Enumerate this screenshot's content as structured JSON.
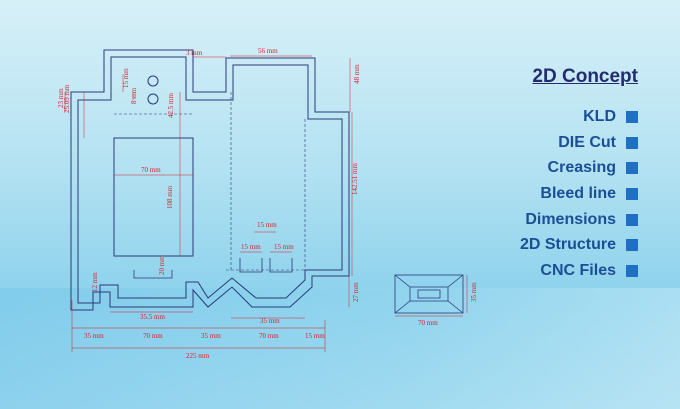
{
  "panel": {
    "title": "2D Concept",
    "items": [
      {
        "label": "KLD"
      },
      {
        "label": "DIE Cut"
      },
      {
        "label": "Creasing"
      },
      {
        "label": "Bleed line"
      },
      {
        "label": "Dimensions"
      },
      {
        "label": "2D Structure"
      },
      {
        "label": "CNC Files"
      }
    ],
    "bullet_color": "#1f6fc2"
  },
  "dimensions": {
    "d_3mm": "3 mm",
    "d_56mm": "56 mm",
    "d_48mm": "48 mm",
    "d_23mm": "23 mm",
    "d_25_09mm": "25.09 mm",
    "d_15mm_top": "15 mm",
    "d_8mm": "8 mm",
    "d_42_5mm": "42.5 mm",
    "d_70mm_inner": "70 mm",
    "d_108mm": "108 mm",
    "d_142_51mm": "142.51 mm",
    "d_15mm_mid": "15 mm",
    "d_15mm_left": "15 mm",
    "d_15mm_right": "15 mm",
    "d_27mm": "27 mm",
    "d_12mm": "12 mm",
    "d_20mm": "20 mm",
    "d_35_5mm": "35.5 mm",
    "d_35mm_lower": "35 mm",
    "d_35mm_a": "35 mm",
    "d_70mm_a": "70 mm",
    "d_35mm_b": "35 mm",
    "d_70mm_b": "70 mm",
    "d_15mm_end": "15 mm",
    "d_225mm": "225 mm",
    "d_small_w": "70 mm",
    "d_small_h": "35 mm"
  },
  "colors": {
    "cut_line": "#2a3a7a",
    "dimension_line": "#d4232b",
    "heading": "#232d6e",
    "label": "#1a4f96"
  }
}
